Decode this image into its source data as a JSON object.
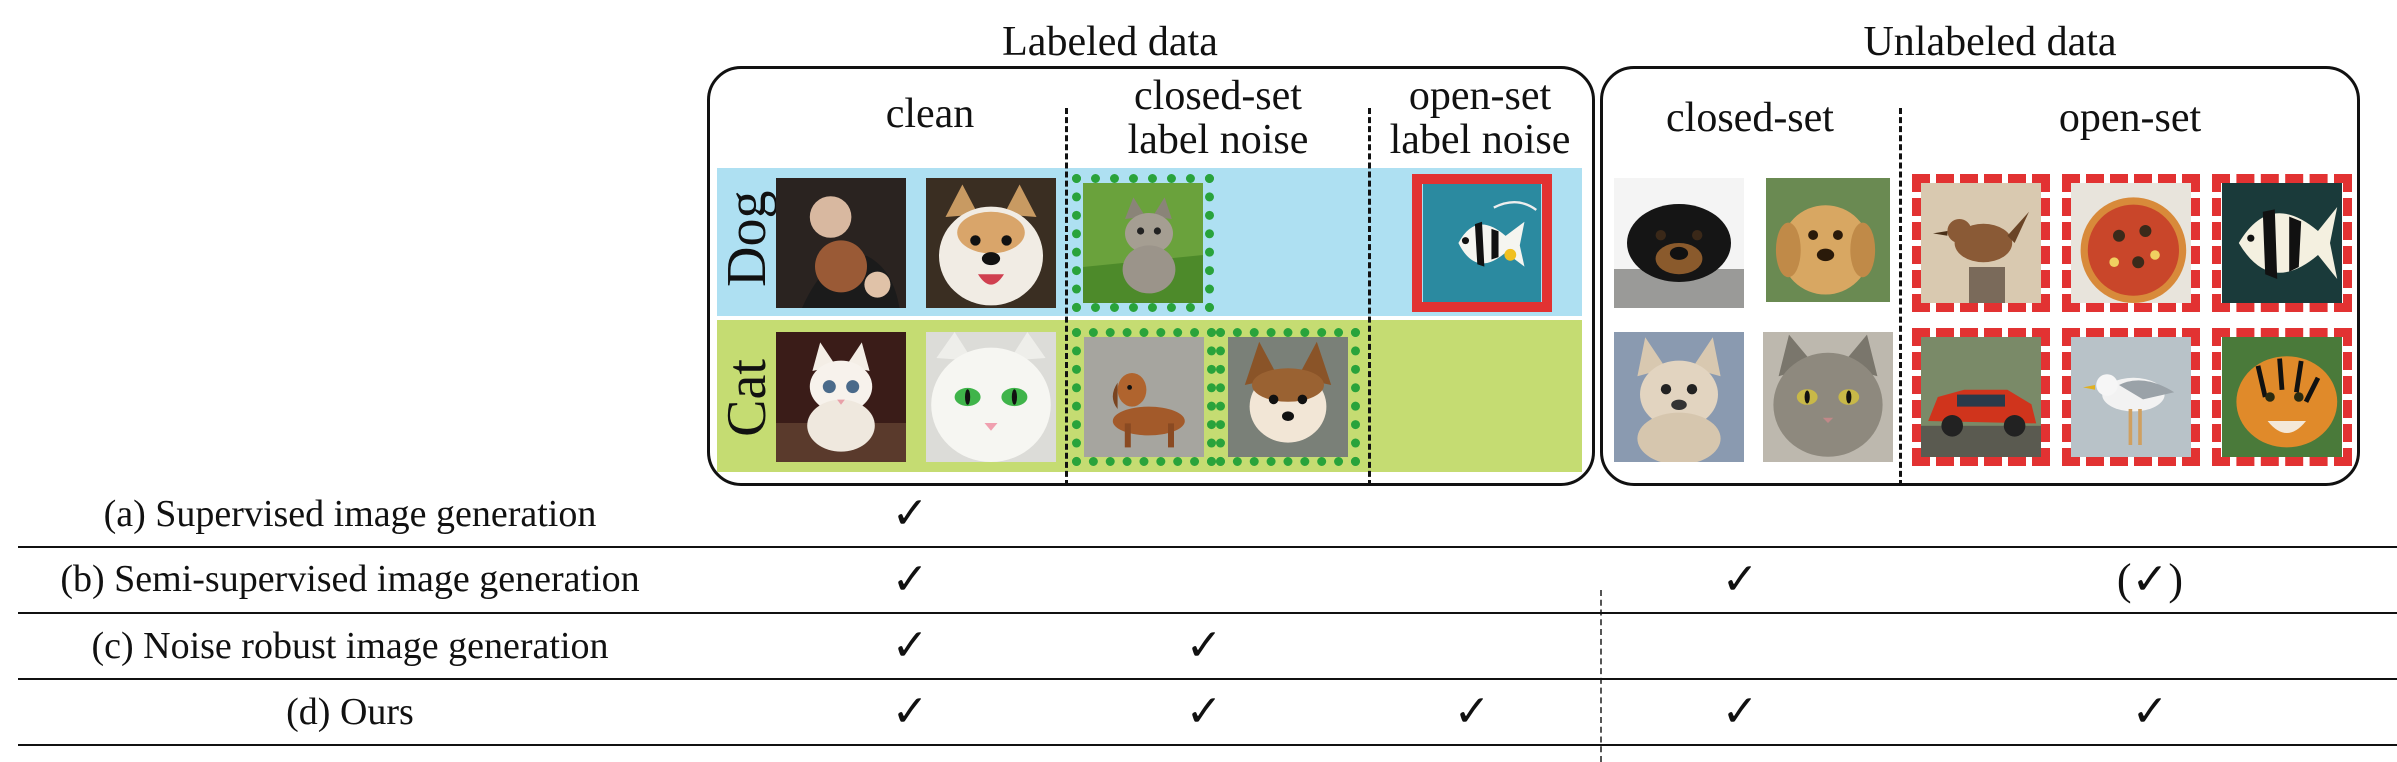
{
  "titles": {
    "labeled": "Labeled data",
    "unlabeled": "Unlabeled data"
  },
  "columns": {
    "clean": "clean",
    "closed_noise_line1": "closed-set",
    "closed_noise_line2": "label noise",
    "open_noise_line1": "open-set",
    "open_noise_line2": "label noise",
    "unl_closed": "closed-set",
    "unl_open": "open-set"
  },
  "rows": {
    "dog": "Dog",
    "cat": "Cat"
  },
  "methods": [
    {
      "label": "(a) Supervised image generation",
      "marks": [
        "✓",
        "",
        "",
        "",
        ""
      ]
    },
    {
      "label": "(b) Semi-supervised image generation",
      "marks": [
        "✓",
        "",
        "",
        "✓",
        "(✓)"
      ]
    },
    {
      "label": "(c) Noise robust image generation",
      "marks": [
        "✓",
        "✓",
        "",
        "",
        ""
      ]
    },
    {
      "label": "(d) Ours",
      "marks": [
        "✓",
        "✓",
        "✓",
        "✓",
        "✓"
      ]
    }
  ],
  "colors": {
    "dog_band": "#aee0f2",
    "cat_band": "#c5dc72",
    "closed_noise_frame": "#29a33b",
    "open_noise_frame": "#e23232"
  },
  "images": {
    "labeled_dog_clean": [
      "person-holding-poodle",
      "akita-dog"
    ],
    "labeled_dog_closed_noise": [
      "tabby-cat-in-grass"
    ],
    "labeled_dog_open_noise": [
      "striped-fish"
    ],
    "labeled_cat_clean": [
      "white-kitten",
      "white-cat-green-eyes"
    ],
    "labeled_cat_closed_noise": [
      "dachshund",
      "chihuahua"
    ],
    "unlabeled_closed": [
      "rottweiler",
      "golden-retriever",
      "french-bulldog",
      "gray-tabby-cat"
    ],
    "unlabeled_open": [
      "wren-bird",
      "pizza",
      "angelfish",
      "red-car",
      "seagull",
      "tiger"
    ]
  }
}
